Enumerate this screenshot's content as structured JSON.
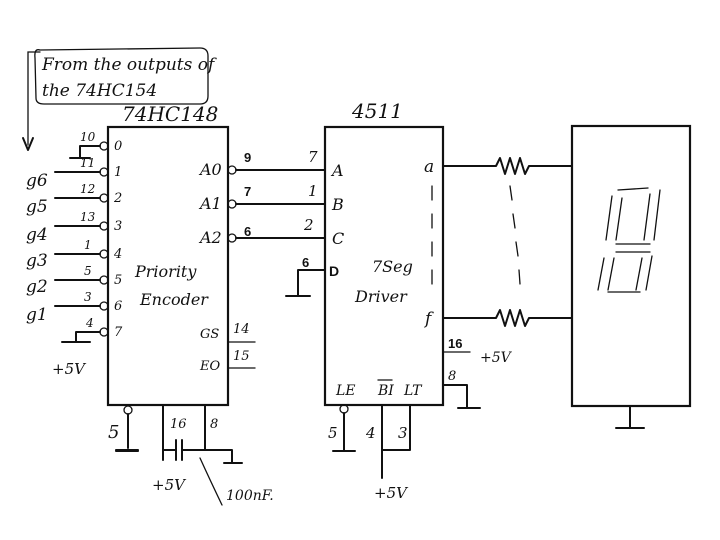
{
  "note": {
    "line1": "From the outputs of",
    "line2": "the 74HC154"
  },
  "encoder": {
    "part": "74HC148",
    "label_line1": "Priority",
    "label_line2": "Encoder",
    "inputs": [
      {
        "pin": "10",
        "index": "0",
        "signal": ""
      },
      {
        "pin": "11",
        "index": "1",
        "signal": "g6"
      },
      {
        "pin": "12",
        "index": "2",
        "signal": "g5"
      },
      {
        "pin": "13",
        "index": "3",
        "signal": "g4"
      },
      {
        "pin": "1",
        "index": "4",
        "signal": "g3"
      },
      {
        "pin": "5",
        "index": "5",
        "signal": "g2"
      },
      {
        "pin": "3",
        "index": "6",
        "signal": "g1"
      },
      {
        "pin": "4",
        "index": "7",
        "signal": ""
      }
    ],
    "supply_left": "+5V",
    "outputs": [
      {
        "name": "A0",
        "pin": "9"
      },
      {
        "name": "A1",
        "pin": "7"
      },
      {
        "name": "A2",
        "pin": "6"
      }
    ],
    "gs": {
      "label": "GS",
      "pin": "14"
    },
    "eo": {
      "label": "EO",
      "pin": "15"
    },
    "bottom_pins": {
      "gnd_left": "5",
      "vcc": "16",
      "gnd_right": "8"
    },
    "supply_bottom": "+5V",
    "cap_label": "100nF."
  },
  "driver": {
    "part": "4511",
    "label_line1": "7Seg",
    "label_line2": "Driver",
    "inputs": [
      {
        "name": "A",
        "pin": "7"
      },
      {
        "name": "B",
        "pin": "1"
      },
      {
        "name": "C",
        "pin": "2"
      },
      {
        "name": "D",
        "pin": "6"
      }
    ],
    "seg_top": "a",
    "seg_bottom": "f",
    "vcc_pin": "16",
    "vcc_label": "+5V",
    "le": {
      "label": "LE",
      "pin": "5"
    },
    "bi": {
      "label": "BI",
      "pin": "4"
    },
    "lt": {
      "label": "LT",
      "pin": "3"
    },
    "gnd_pin": "8",
    "supply_bottom": "+5V"
  }
}
